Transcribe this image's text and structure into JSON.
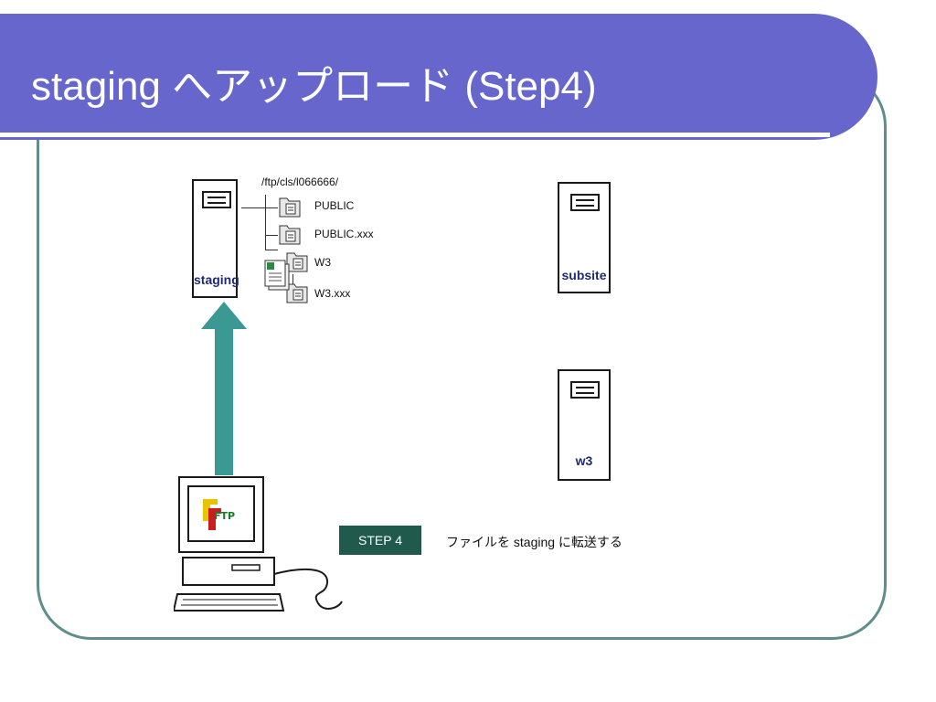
{
  "slide": {
    "title": "staging へアップロード (Step4)"
  },
  "servers": {
    "staging": "staging",
    "subsite": "subsite",
    "w3": "w3"
  },
  "tree": {
    "path": "/ftp/cls/l066666/",
    "files": [
      "PUBLIC",
      "PUBLIC.xxx",
      "W3",
      "W3.xxx"
    ]
  },
  "client": {
    "ftp_logo_text": "FTP"
  },
  "step": {
    "badge": "STEP 4",
    "description": "ファイルを staging に転送する"
  },
  "colors": {
    "title_bar": "#6666cc",
    "frame": "#5f8e8c",
    "arrow": "#3a9a93",
    "badge": "#1f5a4d",
    "server_label": "#1f2a70"
  }
}
